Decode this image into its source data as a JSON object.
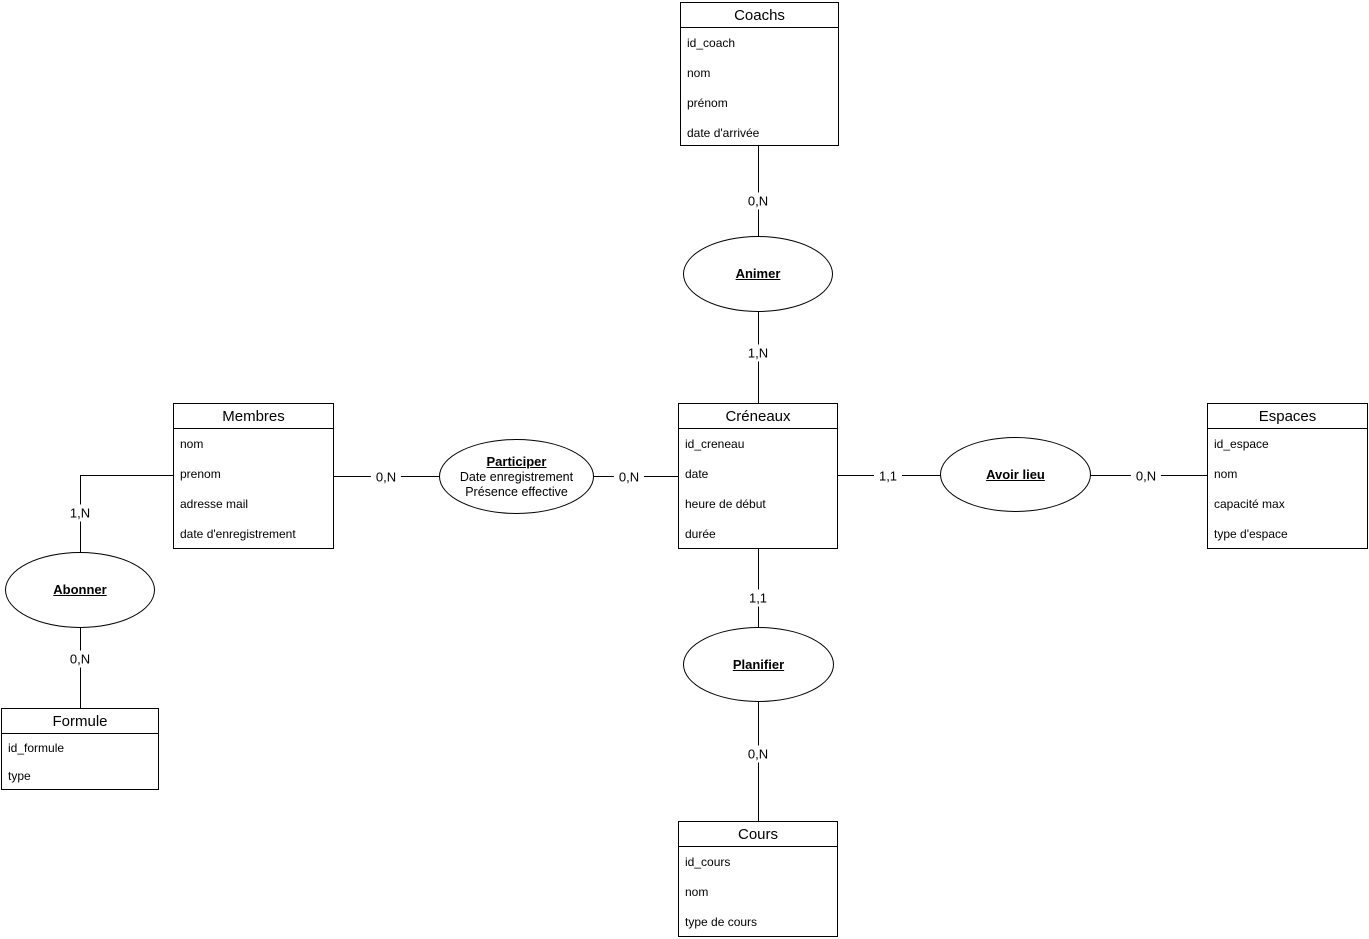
{
  "diagram": {
    "entities": {
      "coachs": {
        "title": "Coachs",
        "attrs": [
          "id_coach",
          "nom",
          "prénom",
          "date d'arrivée"
        ]
      },
      "membres": {
        "title": "Membres",
        "attrs": [
          "nom",
          "prenom",
          "adresse mail",
          "date d'enregistrement"
        ]
      },
      "creneaux": {
        "title": "Créneaux",
        "attrs": [
          "id_creneau",
          "date",
          "heure de début",
          "durée"
        ]
      },
      "espaces": {
        "title": "Espaces",
        "attrs": [
          "id_espace",
          "nom",
          "capacité max",
          "type d'espace"
        ]
      },
      "formule": {
        "title": "Formule",
        "attrs": [
          "id_formule",
          "type"
        ]
      },
      "cours": {
        "title": "Cours",
        "attrs": [
          "id_cours",
          "nom",
          "type de cours"
        ]
      }
    },
    "relationships": {
      "animer": {
        "title": "Animer"
      },
      "participer": {
        "title": "Participer",
        "attrs": [
          "Date enregistrement",
          "Présence effective"
        ]
      },
      "avoir_lieu": {
        "title": "Avoir lieu"
      },
      "abonner": {
        "title": "Abonner"
      },
      "planifier": {
        "title": "Planifier"
      }
    },
    "cardinalities": {
      "coachs_animer": "0,N",
      "animer_creneaux": "1,N",
      "membres_participer": "0,N",
      "participer_creneaux": "0,N",
      "creneaux_avoirlieu": "1,1",
      "avoirlieu_espaces": "0,N",
      "membres_abonner": "1,N",
      "abonner_formule": "0,N",
      "creneaux_planifier": "1,1",
      "planifier_cours": "0,N"
    },
    "colors": {
      "stroke": "#000000",
      "background": "#ffffff"
    }
  }
}
